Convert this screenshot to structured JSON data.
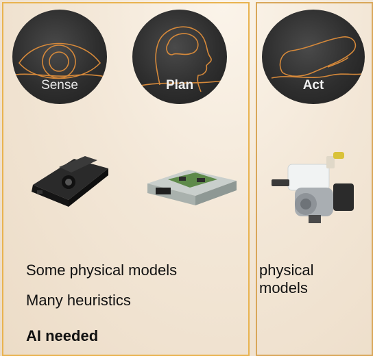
{
  "circles": {
    "sense": "Sense",
    "plan": "Plan",
    "act": "Act"
  },
  "left_text": {
    "line1": "Some physical models",
    "line2": "Many heuristics",
    "line3": "AI needed"
  },
  "right_text": {
    "line1": "physical models"
  },
  "colors": {
    "accent": "#e9b34f",
    "circle_bg": "#2e2e2e",
    "line_art": "#d6893a"
  }
}
